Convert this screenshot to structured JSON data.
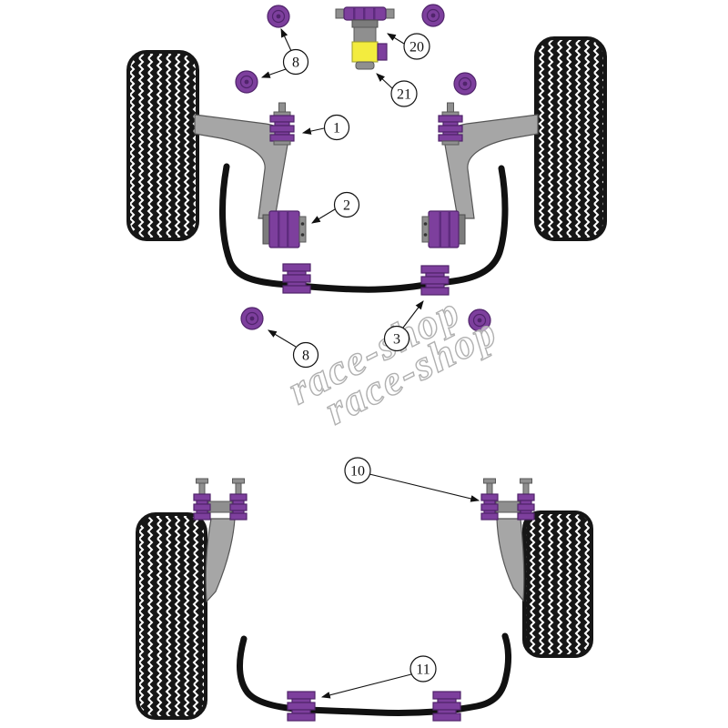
{
  "diagram": {
    "colors": {
      "purple": "#7d3f9d",
      "purpleDark": "#50246b",
      "purpleRib": "#5e2b7e",
      "yellow": "#f3ec3e",
      "armGray": "#a6a6a6",
      "armGrayDark": "#565656",
      "steelGray": "#8f8f8f",
      "tire": "#161616",
      "line": "#111111",
      "watermark": "#b0b0b0"
    },
    "watermark": {
      "line1": "race-shop",
      "line2": "race-shop"
    },
    "front": {
      "callouts": [
        {
          "label": "8"
        },
        {
          "label": "20"
        },
        {
          "label": "21"
        },
        {
          "label": "1"
        },
        {
          "label": "2"
        },
        {
          "label": "3"
        },
        {
          "label": "8"
        }
      ]
    },
    "rear": {
      "callouts": [
        {
          "label": "10"
        },
        {
          "label": "11"
        }
      ]
    }
  }
}
